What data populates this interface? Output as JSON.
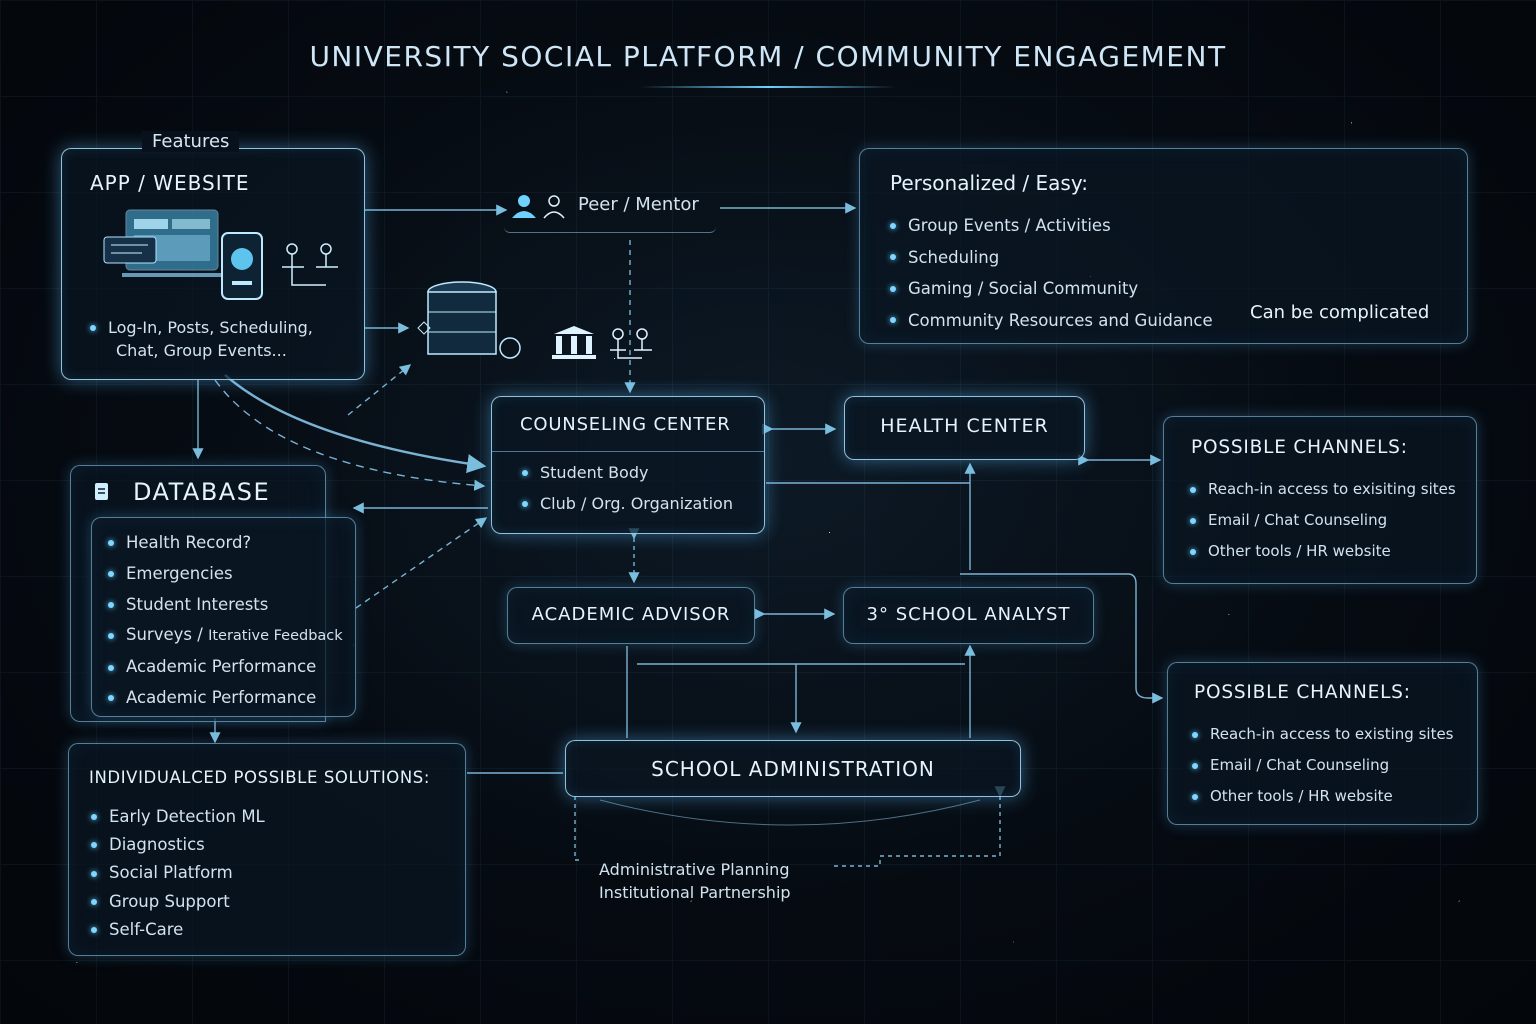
{
  "title": "UNIVERSITY SOCIAL PLATFORM / COMMUNITY ENGAGEMENT",
  "app": {
    "tab": "Features",
    "title": "APP / WEBSITE",
    "bullet": "Log-In, Posts, Scheduling,",
    "bullet_cont": "Chat, Group Events..."
  },
  "peer": {
    "label": "Peer / Mentor"
  },
  "personalized": {
    "title": "Personalized / Easy:",
    "items": [
      "Group Events / Activities",
      "Scheduling",
      "Gaming / Social Community",
      "Community Resources and Guidance"
    ],
    "note": "Can be complicated"
  },
  "counseling": {
    "title": "COUNSELING CENTER",
    "items": [
      "Student Body",
      "Club / Org. Organization"
    ]
  },
  "health": {
    "title": "HEALTH CENTER"
  },
  "channels1": {
    "title": "POSSIBLE CHANNELS:",
    "items": [
      "Reach-in access to exisiting sites",
      "Email / Chat Counseling",
      "Other tools / HR website"
    ]
  },
  "channels2": {
    "title": "POSSIBLE CHANNELS:",
    "items": [
      "Reach-in access to existing sites",
      "Email / Chat Counseling",
      "Other tools / HR website"
    ]
  },
  "database": {
    "title": "DATABASE",
    "items": [
      "Health Record?",
      "Emergencies",
      "Student Interests",
      "Surveys",
      "Academic Performance",
      "Academic Performance"
    ],
    "surveys_extra": "Iterative Feedback"
  },
  "academic": {
    "title": "ACADEMIC ADVISOR"
  },
  "analyst": {
    "title": "3° SCHOOL ANALYST"
  },
  "admin": {
    "title": "SCHOOL ADMINISTRATION",
    "note1": "Administrative Planning",
    "note2": "Institutional Partnership"
  },
  "solutions": {
    "title": "INDIVIDUALCED POSSIBLE SOLUTIONS:",
    "items": [
      "Early Detection ML",
      "Diagnostics",
      "Social Platform",
      "Group Support",
      "Self-Care"
    ]
  },
  "colors": {
    "accent": "#6fd3ff",
    "border": "#96d7ff",
    "background": "#060b12"
  },
  "icons": [
    "monitor-icon",
    "phone-icon",
    "network-icon",
    "user-icon",
    "database-icon",
    "bank-icon",
    "document-icon"
  ]
}
